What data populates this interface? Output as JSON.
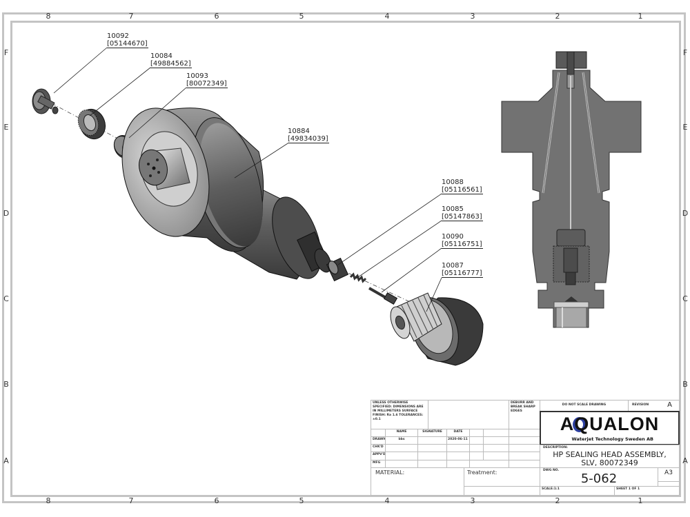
{
  "zones": {
    "columns": [
      "8",
      "7",
      "6",
      "5",
      "4",
      "3",
      "2",
      "1"
    ],
    "rows": [
      "F",
      "E",
      "D",
      "C",
      "B",
      "A"
    ]
  },
  "callouts": [
    {
      "item": "10092",
      "part": "[05144670]"
    },
    {
      "item": "10084",
      "part": "[49884562]"
    },
    {
      "item": "10093",
      "part": "[80072349]"
    },
    {
      "item": "10884",
      "part": "[49834039]"
    },
    {
      "item": "10088",
      "part": "[05116561]"
    },
    {
      "item": "10085",
      "part": "[05147863]"
    },
    {
      "item": "10090",
      "part": "[05116751]"
    },
    {
      "item": "10087",
      "part": "[05116777]"
    }
  ],
  "title_block": {
    "notes": "UNLESS OTHERWISE SPECIFIED: DIMENSIONS ARE IN MILLIMETERS SURFACE FINISH: Ra 1.6 TOLERANCES: ±0.1",
    "deburr": "DEBURR AND BREAK SHARP EDGES",
    "headers": {
      "name": "NAME",
      "signature": "SIGNATURE",
      "date": "DATE"
    },
    "rows": [
      {
        "label": "DRAWN",
        "name": "bbs",
        "date": "2020-06-11"
      },
      {
        "label": "CHK'D",
        "name": "",
        "date": ""
      },
      {
        "label": "APPV'D",
        "name": "",
        "date": ""
      },
      {
        "label": "MFG",
        "name": "",
        "date": ""
      }
    ],
    "material_label": "MATERIAL:",
    "treatment_label": "Treatment:",
    "do_not_scale": "DO NOT SCALE DRAWING",
    "revision_label": "REVISION",
    "revision": "A",
    "logo_main": "AQUALON",
    "logo_sub": "Waterjet Technology Sweden AB",
    "description_label": "DESCRIPTION:",
    "description_line1": "HP SEALING HEAD ASSEMBLY,",
    "description_line2": "SLV, 80072349",
    "dwg_no_label": "DWG NO.",
    "dwg_no": "5-062",
    "size": "A3",
    "scale": "SCALE:1:1",
    "sheet": "SHEET 1 OF 1"
  },
  "colors": {
    "frame": "#c4c4c4",
    "part": "#6f6f6f",
    "logo_accent": "#2c3fa0"
  }
}
